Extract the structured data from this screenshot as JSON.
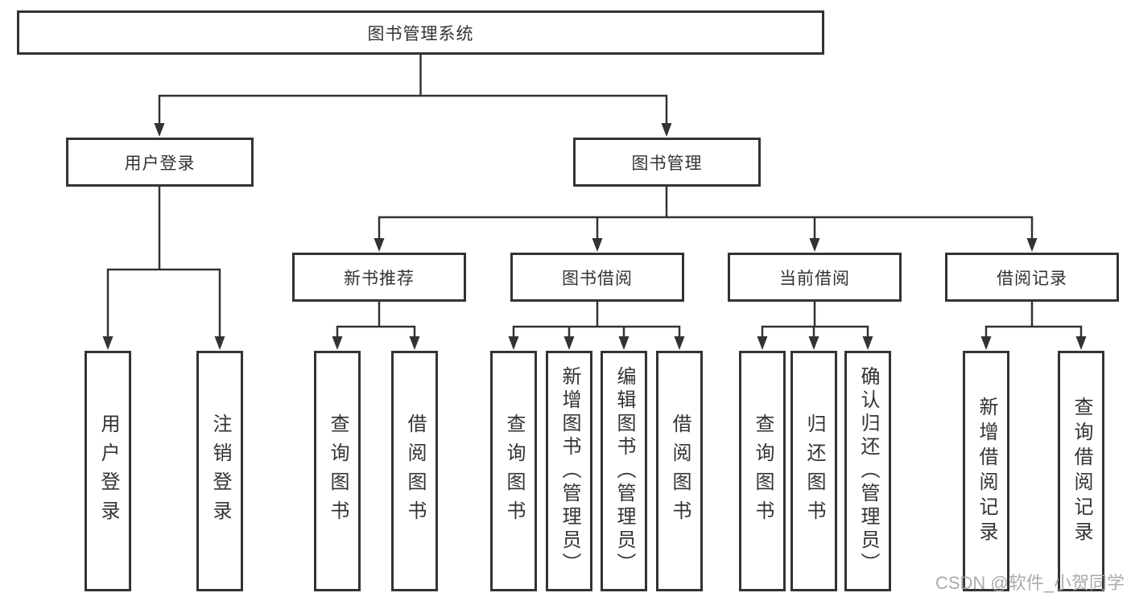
{
  "nodes": {
    "root": "图书管理系统",
    "user_login": "用户登录",
    "book_mgmt": "图书管理",
    "new_book": "新书推荐",
    "book_borrow": "图书借阅",
    "current_borrow": "当前借阅",
    "borrow_record": "借阅记录",
    "leaf_user_login": "用户登录",
    "leaf_logout": "注销登录",
    "leaf_nb_query": "查询图书",
    "leaf_nb_borrow": "借阅图书",
    "leaf_bb_query": "查询图书",
    "leaf_bb_add": "新增图书（管理员）",
    "leaf_bb_edit": "编辑图书（管理员）",
    "leaf_bb_borrow": "借阅图书",
    "leaf_cb_query": "查询图书",
    "leaf_cb_return": "归还图书",
    "leaf_cb_confirm": "确认归还（管理员）",
    "leaf_br_add": "新增借阅记录",
    "leaf_br_query": "查询借阅记录"
  },
  "watermark": "CSDN @软件_小贺同学",
  "colors": {
    "line": "#333333",
    "box_border": "#333333",
    "text": "#333333",
    "watermark": "#a2a2a2",
    "background": "#ffffff"
  }
}
